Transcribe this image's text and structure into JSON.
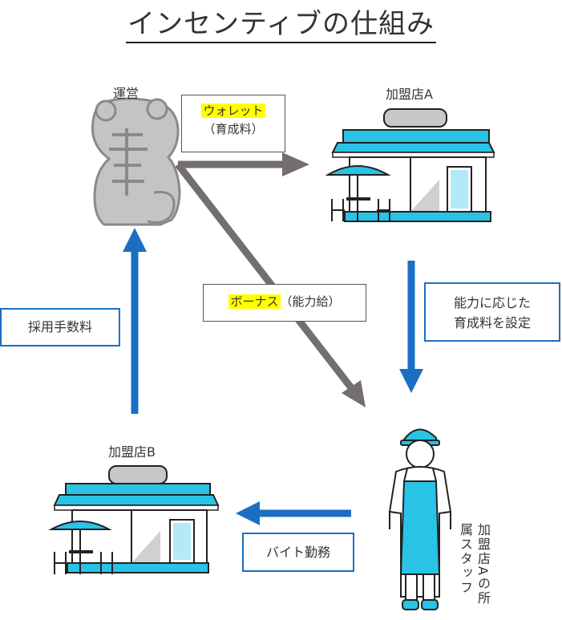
{
  "title": "インセンティブの仕組み",
  "nodes": {
    "operator": "運営",
    "store_a": "加盟店A",
    "store_b": "加盟店B",
    "staff": "加盟店Aの所属スタッフ"
  },
  "labels": {
    "wallet_highlight": "ウォレット",
    "wallet_sub": "（育成料）",
    "bonus_highlight": "ボーナス",
    "bonus_sub": "（能力給）",
    "ability_line1": "能力に応じた",
    "ability_line2": "育成料を設定",
    "recruit_fee": "採用手数料",
    "part_time": "バイト勤務"
  },
  "colors": {
    "gray_arrow": "#736f6e",
    "blue_arrow": "#1b6fc3",
    "cyan": "#29c3e6",
    "highlight": "#ffff00"
  }
}
